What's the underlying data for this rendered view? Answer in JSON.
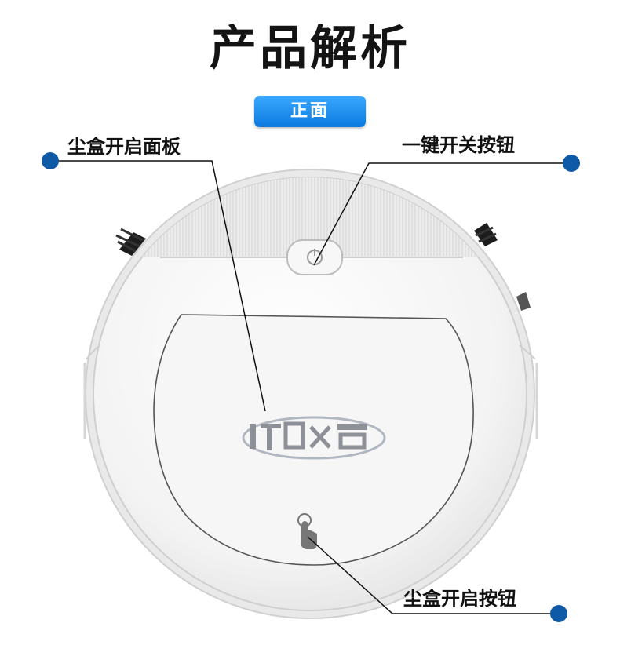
{
  "page_title": "产品解析",
  "view_badge": "正面",
  "callouts": {
    "dustbin_panel": "尘盒开启面板",
    "power_button": "一键开关按钮",
    "dustbin_button": "尘盒开启按钮"
  },
  "colors": {
    "badge_blue": "#0a7ae0",
    "callout_dot": "#0e5aa7",
    "robot_body": "#f4f4f4"
  }
}
